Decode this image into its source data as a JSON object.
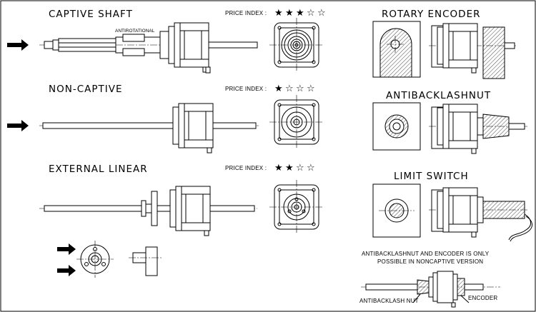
{
  "sections": {
    "captive": {
      "title": "CAPTIVE SHAFT",
      "price_label": "PRICE INDEX :",
      "stars_filled": 3,
      "stars_total": 5,
      "callout": "ANTIROTATIONAL"
    },
    "noncaptive": {
      "title": "NON-CAPTIVE",
      "price_label": "PRICE INDEX :",
      "stars_filled": 1,
      "stars_total": 4
    },
    "external": {
      "title": "EXTERNAL LINEAR",
      "price_label": "PRICE INDEX :",
      "stars_filled": 2,
      "stars_total": 4
    }
  },
  "options": {
    "rotary": {
      "title": "ROTARY ENCODER"
    },
    "antibacklash": {
      "title": "ANTIBACKLASHNUT"
    },
    "limit": {
      "title": "LIMIT SWITCH"
    }
  },
  "note": {
    "line1": "ANTIBACKLASHNUT AND ENCODER IS ONLY",
    "line2": "POSSIBLE IN NONCAPTIVE VERSION"
  },
  "bottom_labels": {
    "left": "ANTIBACKLASH NUT",
    "right": "ENCODER"
  },
  "colors": {
    "line": "#000000",
    "background": "#ffffff"
  }
}
